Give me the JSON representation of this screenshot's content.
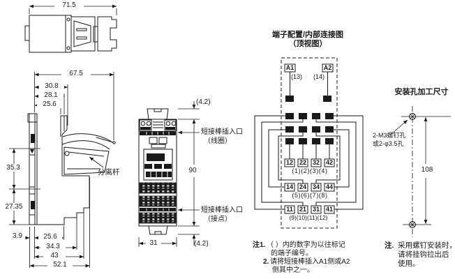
{
  "drawing": {
    "top_view": {
      "dim_width": "71.5"
    },
    "side_view": {
      "dim_total_width": "67.5",
      "dim_depth_1": "30.8",
      "dim_depth_2": "28.1",
      "dim_depth_3": "25.6",
      "dim_height_1": "35.3",
      "dim_height_2": "27.35",
      "dim_rail_width": "3.9",
      "dim_bottom_1": "25.6",
      "dim_bottom_2": "34.3",
      "dim_bottom_3": "43",
      "dim_bottom_4": "52.1",
      "label_lever": "分离杆"
    },
    "front_view": {
      "dim_tab_top": "(4.2)",
      "dim_height": "90",
      "dim_tab_bottom": "(4.2)",
      "dim_width": "31",
      "label_coil_slot_1": "短接棒插入口",
      "label_coil_slot_2": "（线圈）",
      "label_contact_slot_1": "短接棒插入口",
      "label_contact_slot_2": "（接点）"
    },
    "terminal_diagram": {
      "title": "端子配置/内部连接图",
      "subtitle": "（顶视图）",
      "coil": {
        "a1": "A1",
        "a2": "A2",
        "a1_old": "(13)",
        "a2_old": "(14)"
      },
      "rows": [
        {
          "t1": "12",
          "t2": "22",
          "t3": "32",
          "t4": "42",
          "old": "(1)(2)(3)(4)"
        },
        {
          "t1": "14",
          "t2": "24",
          "t3": "34",
          "t4": "44",
          "old": "(5)(6)(7)(8)"
        },
        {
          "t1": "11",
          "t2": "21",
          "t3": "31",
          "t4": "41",
          "old": "(9)(10)(11)(12)"
        }
      ]
    },
    "mounting_view": {
      "title": "安装孔加工尺寸",
      "hole_spec_1": "2-M3螺钉孔",
      "hole_spec_2": "或2-φ3.5孔",
      "dim_pitch": "108",
      "note_head": "注.",
      "note_line_1": "采用螺钉安装时，",
      "note_line_2": "请将挂钩拉出后",
      "note_line_3": "使用。"
    },
    "notes": {
      "head_1": "注1.",
      "n1_line_1": "（ ）内的数字为以往标记",
      "n1_line_2": "的端子编号。",
      "head_2": "2.",
      "n2_line_1": "请将短接棒插入A1侧或A2",
      "n2_line_2": "侧其中之一。"
    },
    "colors": {
      "ink": "#1a1a1a",
      "paper": "#ffffff"
    }
  }
}
